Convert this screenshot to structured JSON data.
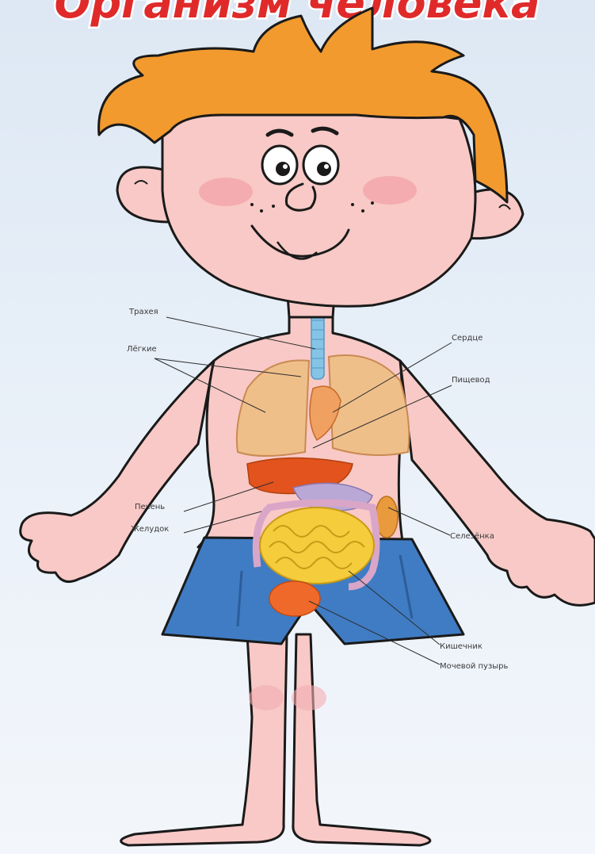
{
  "title": "Организм человека",
  "labels": {
    "trachea": "Трахея",
    "lungs": "Лёгкие",
    "heart": "Сердце",
    "esophagus": "Пищевод",
    "liver": "Печень",
    "stomach": "Желудок",
    "spleen": "Селезёнка",
    "intestine": "Кишечник",
    "bladder": "Мочевой пузырь"
  },
  "colors": {
    "title": "#e02a2a",
    "hair": "#f29a2e",
    "skin": "#f8c9c6",
    "shorts": "#3f7cc4",
    "outline": "#1a1a1a"
  }
}
